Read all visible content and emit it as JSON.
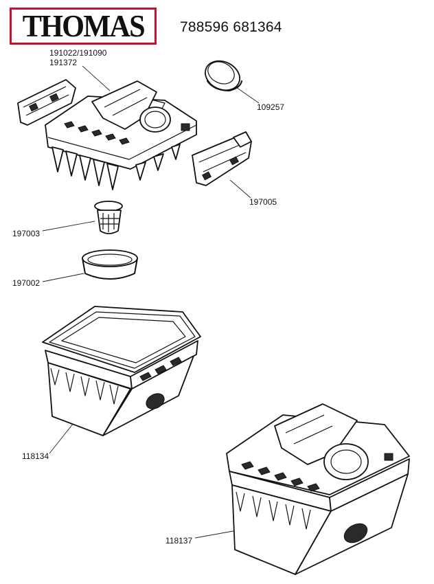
{
  "header": {
    "brand": "THOMAS",
    "model_numbers": "788596 681364",
    "brand_color": "#c8102e"
  },
  "parts": [
    {
      "id": "lid",
      "label": "191022/191090\n191372"
    },
    {
      "id": "seal-ring",
      "label": "109257"
    },
    {
      "id": "latch",
      "label": "197005"
    },
    {
      "id": "filter",
      "label": "197003"
    },
    {
      "id": "filter-ring",
      "label": "197002"
    },
    {
      "id": "tank",
      "label": "118134"
    },
    {
      "id": "assembly",
      "label": "118137"
    }
  ]
}
